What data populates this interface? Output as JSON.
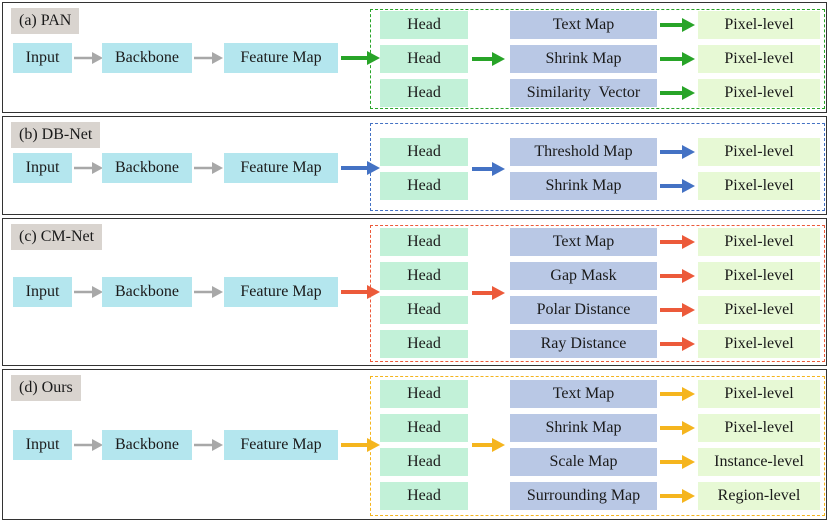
{
  "colors": {
    "pan": "#28a428",
    "dbnet": "#4472c4",
    "cmnet": "#ec5a3a",
    "ours": "#f5b51e",
    "gray_arrow": "#a8a8a8"
  },
  "common": {
    "input": "Input",
    "backbone": "Backbone",
    "feature_map": "Feature Map",
    "head": "Head",
    "pixel_level": "Pixel-level"
  },
  "panels": [
    {
      "tag": "(a) PAN",
      "outputs": [
        {
          "map": "Text Map",
          "level": "Pixel-level"
        },
        {
          "map": "Shrink Map",
          "level": "Pixel-level"
        },
        {
          "map": "Similarity  Vector",
          "level": "Pixel-level"
        }
      ]
    },
    {
      "tag": "(b) DB-Net",
      "outputs": [
        {
          "map": "Threshold Map",
          "level": "Pixel-level"
        },
        {
          "map": "Shrink Map",
          "level": "Pixel-level"
        }
      ]
    },
    {
      "tag": "(c) CM-Net",
      "outputs": [
        {
          "map": "Text Map",
          "level": "Pixel-level"
        },
        {
          "map": "Gap Mask",
          "level": "Pixel-level"
        },
        {
          "map": "Polar Distance",
          "level": "Pixel-level"
        },
        {
          "map": "Ray Distance",
          "level": "Pixel-level"
        }
      ]
    },
    {
      "tag": "(d) Ours",
      "outputs": [
        {
          "map": "Text Map",
          "level": "Pixel-level"
        },
        {
          "map": "Shrink Map",
          "level": "Pixel-level"
        },
        {
          "map": "Scale Map",
          "level": "Instance-level"
        },
        {
          "map": "Surrounding Map",
          "level": "Region-level"
        }
      ]
    }
  ]
}
